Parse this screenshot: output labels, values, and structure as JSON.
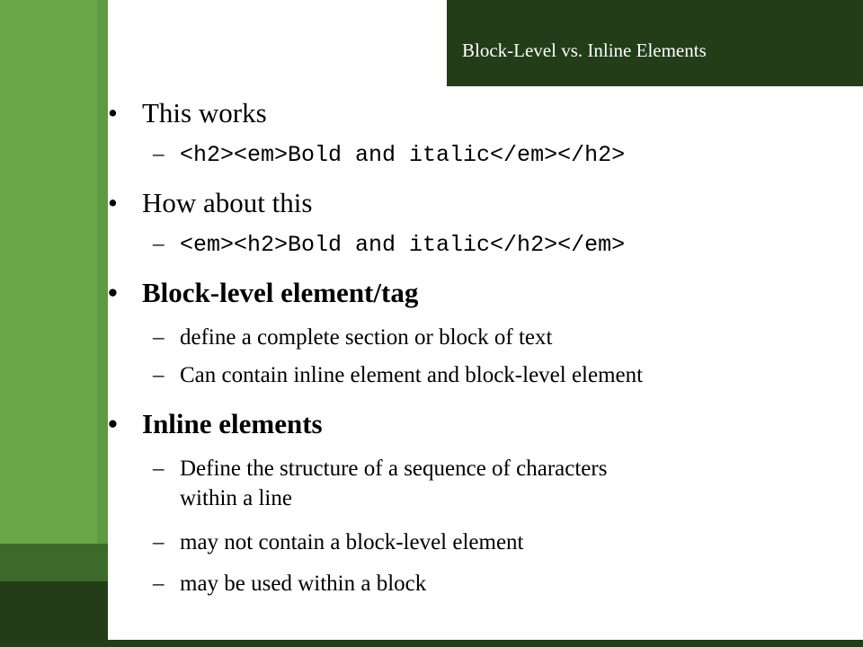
{
  "title": "Block-Level vs. Inline Elements",
  "bullets": [
    {
      "marker": "•",
      "text": "This works"
    },
    {
      "marker": "–",
      "text": "<h2><em>Bold and italic</em></h2>"
    },
    {
      "marker": "•",
      "text": "How about this"
    },
    {
      "marker": "–",
      "text": "<em><h2>Bold and italic</h2></em>"
    },
    {
      "marker": "•",
      "text": "Block-level element/tag"
    },
    {
      "marker": "–",
      "text": "define a complete section or block of text"
    },
    {
      "marker": "–",
      "text": "Can contain inline element and block-level element"
    },
    {
      "marker": "•",
      "text": "Inline elements"
    },
    {
      "marker": "–",
      "text": "Define the structure of a sequence of characters"
    },
    {
      "marker": "",
      "text": "within a line"
    },
    {
      "marker": "–",
      "text": "may not contain a block-level element"
    },
    {
      "marker": "–",
      "text": "may be used within a block"
    }
  ],
  "colors": {
    "left_bar": "#6aa84f",
    "dark_green": "#223d17",
    "mid_green": "#3c6a2a",
    "text": "#000000",
    "title_text": "#ffffff"
  }
}
